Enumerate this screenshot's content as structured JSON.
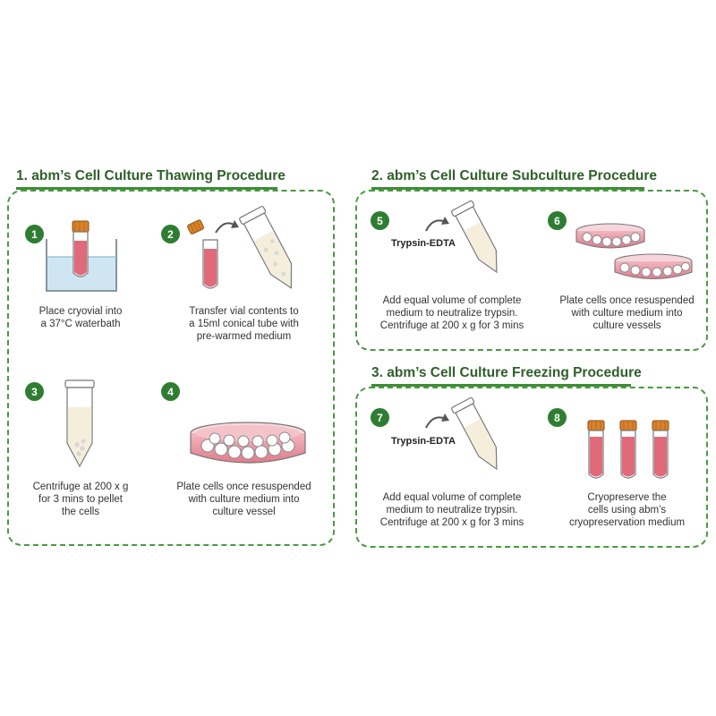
{
  "colors": {
    "accent_green": "#3d8c36",
    "badge_green": "#2e7d32",
    "title_green": "#2f5f2a",
    "media_pink": "#e06a7a",
    "cap_orange": "#d9822b",
    "water_blue": "#cfe6f2"
  },
  "sections": [
    {
      "title": "1. abm’s Cell Culture Thawing Procedure",
      "steps": [
        {
          "number": "1",
          "icon": "waterbath-vial-icon",
          "lines": [
            "Place cryovial into",
            "a 37°C waterbath"
          ]
        },
        {
          "number": "2",
          "icon": "transfer-to-conical-tube-icon",
          "lines": [
            "Transfer vial contents to",
            "a 15ml conical tube with",
            "pre-warmed medium"
          ]
        },
        {
          "number": "3",
          "icon": "centrifuge-tube-pellet-icon",
          "lines": [
            "Centrifuge at 200 x g",
            "for 3 mins to pellet",
            "the cells"
          ]
        },
        {
          "number": "4",
          "icon": "culture-dish-icon",
          "lines": [
            "Plate cells once resuspended",
            "with culture medium into",
            "culture vessel"
          ]
        }
      ]
    },
    {
      "title": "2. abm’s Cell Culture Subculture Procedure",
      "steps": [
        {
          "number": "5",
          "icon": "trypsin-tube-icon",
          "reagent": "Trypsin-EDTA",
          "lines": [
            "Add equal volume of complete",
            "medium to neutralize trypsin.",
            "Centrifuge at 200 x g for 3 mins"
          ]
        },
        {
          "number": "6",
          "icon": "two-culture-dishes-icon",
          "lines": [
            "Plate cells once resuspended",
            "with culture medium into",
            "culture vessels"
          ]
        }
      ]
    },
    {
      "title": "3. abm’s Cell Culture Freezing Procedure",
      "steps": [
        {
          "number": "7",
          "icon": "trypsin-tube-icon",
          "reagent": "Trypsin-EDTA",
          "lines": [
            "Add equal volume of complete",
            "medium to neutralize trypsin.",
            "Centrifuge at 200 x g for 3 mins"
          ]
        },
        {
          "number": "8",
          "icon": "cryovials-icon",
          "lines": [
            "Cryopreserve the",
            "cells using abm’s",
            "cryopreservation medium"
          ]
        }
      ]
    }
  ]
}
